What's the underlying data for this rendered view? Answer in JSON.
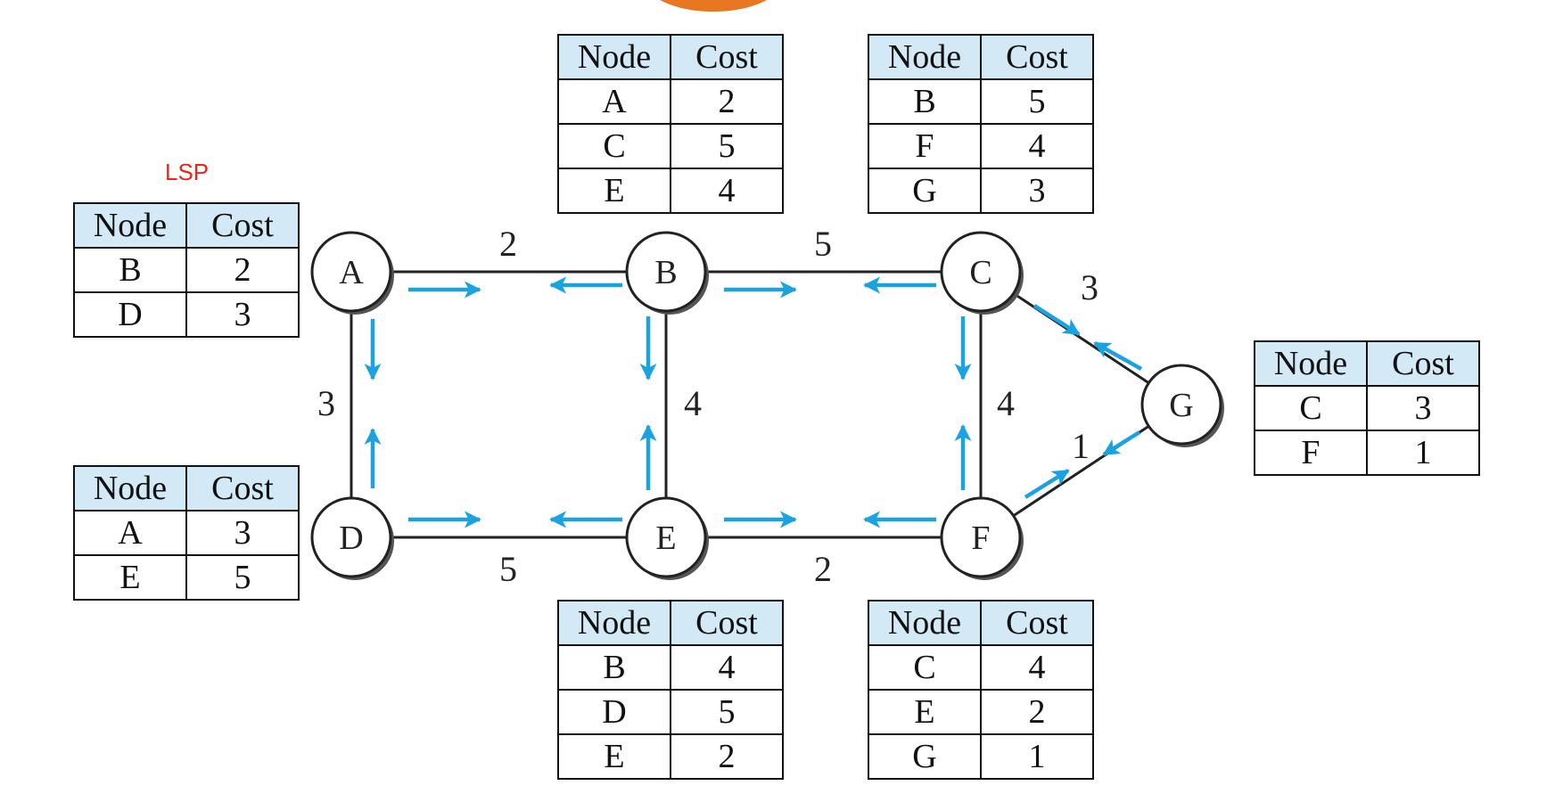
{
  "lsp_label": "LSP",
  "colors": {
    "arrow": "#1aa3e0",
    "header_fill": "#d3e9f6",
    "lsp_label": "#e8261c",
    "top_accent": "#e87722"
  },
  "nodes": [
    "A",
    "B",
    "C",
    "D",
    "E",
    "F",
    "G"
  ],
  "edges": [
    {
      "from": "A",
      "to": "B",
      "cost": "2"
    },
    {
      "from": "B",
      "to": "C",
      "cost": "5"
    },
    {
      "from": "A",
      "to": "D",
      "cost": "3"
    },
    {
      "from": "B",
      "to": "E",
      "cost": "4"
    },
    {
      "from": "C",
      "to": "F",
      "cost": "4"
    },
    {
      "from": "D",
      "to": "E",
      "cost": "5"
    },
    {
      "from": "E",
      "to": "F",
      "cost": "2"
    },
    {
      "from": "C",
      "to": "G",
      "cost": "3"
    },
    {
      "from": "F",
      "to": "G",
      "cost": "1"
    }
  ],
  "tables": {
    "A": {
      "headers": [
        "Node",
        "Cost"
      ],
      "rows": [
        [
          "B",
          "2"
        ],
        [
          "D",
          "3"
        ]
      ]
    },
    "B": {
      "headers": [
        "Node",
        "Cost"
      ],
      "rows": [
        [
          "A",
          "2"
        ],
        [
          "C",
          "5"
        ],
        [
          "E",
          "4"
        ]
      ]
    },
    "C": {
      "headers": [
        "Node",
        "Cost"
      ],
      "rows": [
        [
          "B",
          "5"
        ],
        [
          "F",
          "4"
        ],
        [
          "G",
          "3"
        ]
      ]
    },
    "D": {
      "headers": [
        "Node",
        "Cost"
      ],
      "rows": [
        [
          "A",
          "3"
        ],
        [
          "E",
          "5"
        ]
      ]
    },
    "E": {
      "headers": [
        "Node",
        "Cost"
      ],
      "rows": [
        [
          "B",
          "4"
        ],
        [
          "D",
          "5"
        ],
        [
          "E",
          "2"
        ]
      ]
    },
    "F": {
      "headers": [
        "Node",
        "Cost"
      ],
      "rows": [
        [
          "C",
          "4"
        ],
        [
          "E",
          "2"
        ],
        [
          "G",
          "1"
        ]
      ]
    },
    "G": {
      "headers": [
        "Node",
        "Cost"
      ],
      "rows": [
        [
          "C",
          "3"
        ],
        [
          "F",
          "1"
        ]
      ]
    }
  }
}
